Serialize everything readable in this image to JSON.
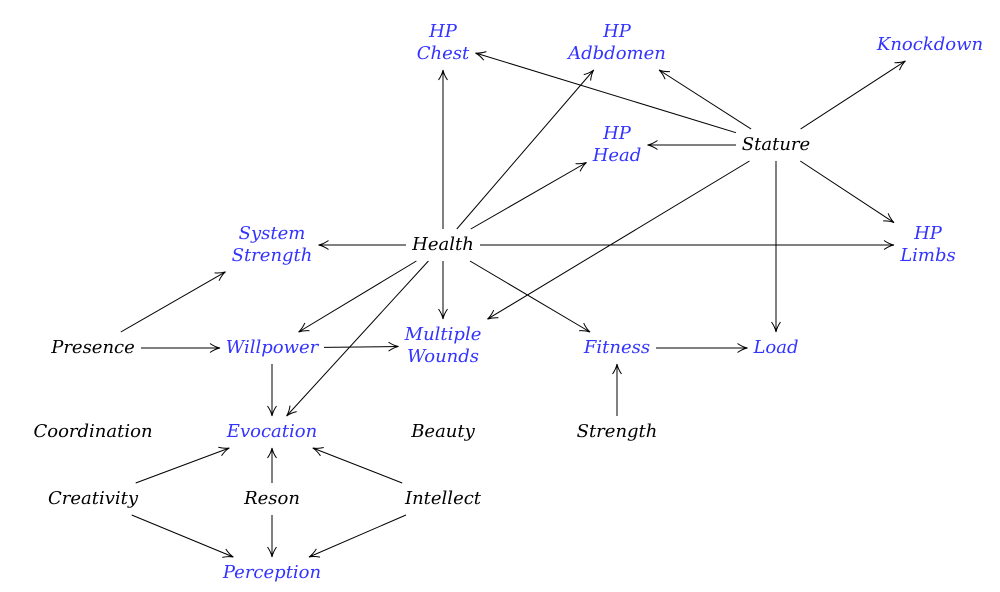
{
  "colors": {
    "base_text": "#000000",
    "derived_text": "#3333ff",
    "edge": "#000000",
    "background": "#ffffff"
  },
  "nodes": [
    {
      "id": "hp-chest",
      "lines": [
        "HP",
        "Chest"
      ],
      "kind": "derived"
    },
    {
      "id": "hp-abdomen",
      "lines": [
        "HP",
        "Adbdomen"
      ],
      "kind": "derived"
    },
    {
      "id": "knockdown",
      "lines": [
        "Knockdown"
      ],
      "kind": "derived"
    },
    {
      "id": "hp-head",
      "lines": [
        "HP",
        "Head"
      ],
      "kind": "derived"
    },
    {
      "id": "stature",
      "lines": [
        "Stature"
      ],
      "kind": "base"
    },
    {
      "id": "system-strength",
      "lines": [
        "System",
        "Strength"
      ],
      "kind": "derived"
    },
    {
      "id": "health",
      "lines": [
        "Health"
      ],
      "kind": "base"
    },
    {
      "id": "hp-limbs",
      "lines": [
        "HP",
        "Limbs"
      ],
      "kind": "derived"
    },
    {
      "id": "presence",
      "lines": [
        "Presence"
      ],
      "kind": "base"
    },
    {
      "id": "willpower",
      "lines": [
        "Willpower"
      ],
      "kind": "derived"
    },
    {
      "id": "multiple-wounds",
      "lines": [
        "Multiple",
        "Wounds"
      ],
      "kind": "derived"
    },
    {
      "id": "fitness",
      "lines": [
        "Fitness"
      ],
      "kind": "derived"
    },
    {
      "id": "load",
      "lines": [
        "Load"
      ],
      "kind": "derived"
    },
    {
      "id": "coordination",
      "lines": [
        "Coordination"
      ],
      "kind": "base"
    },
    {
      "id": "evocation",
      "lines": [
        "Evocation"
      ],
      "kind": "derived"
    },
    {
      "id": "beauty",
      "lines": [
        "Beauty"
      ],
      "kind": "base"
    },
    {
      "id": "strength",
      "lines": [
        "Strength"
      ],
      "kind": "base"
    },
    {
      "id": "creativity",
      "lines": [
        "Creativity"
      ],
      "kind": "base"
    },
    {
      "id": "reson",
      "lines": [
        "Reson"
      ],
      "kind": "base"
    },
    {
      "id": "intellect",
      "lines": [
        "Intellect"
      ],
      "kind": "base"
    },
    {
      "id": "perception",
      "lines": [
        "Perception"
      ],
      "kind": "derived"
    }
  ],
  "edges": [
    {
      "from": "health",
      "to": "hp-chest"
    },
    {
      "from": "health",
      "to": "hp-abdomen"
    },
    {
      "from": "health",
      "to": "hp-head"
    },
    {
      "from": "health",
      "to": "system-strength"
    },
    {
      "from": "health",
      "to": "hp-limbs"
    },
    {
      "from": "health",
      "to": "willpower"
    },
    {
      "from": "health",
      "to": "multiple-wounds"
    },
    {
      "from": "health",
      "to": "fitness"
    },
    {
      "from": "health",
      "to": "evocation"
    },
    {
      "from": "stature",
      "to": "hp-chest"
    },
    {
      "from": "stature",
      "to": "hp-abdomen"
    },
    {
      "from": "stature",
      "to": "knockdown"
    },
    {
      "from": "stature",
      "to": "hp-head"
    },
    {
      "from": "stature",
      "to": "hp-limbs"
    },
    {
      "from": "stature",
      "to": "multiple-wounds"
    },
    {
      "from": "stature",
      "to": "load"
    },
    {
      "from": "presence",
      "to": "system-strength"
    },
    {
      "from": "presence",
      "to": "willpower"
    },
    {
      "from": "willpower",
      "to": "multiple-wounds"
    },
    {
      "from": "willpower",
      "to": "evocation"
    },
    {
      "from": "fitness",
      "to": "load"
    },
    {
      "from": "strength",
      "to": "fitness"
    },
    {
      "from": "creativity",
      "to": "evocation"
    },
    {
      "from": "creativity",
      "to": "perception"
    },
    {
      "from": "reson",
      "to": "evocation"
    },
    {
      "from": "reson",
      "to": "perception"
    },
    {
      "from": "intellect",
      "to": "evocation"
    },
    {
      "from": "intellect",
      "to": "perception"
    }
  ]
}
